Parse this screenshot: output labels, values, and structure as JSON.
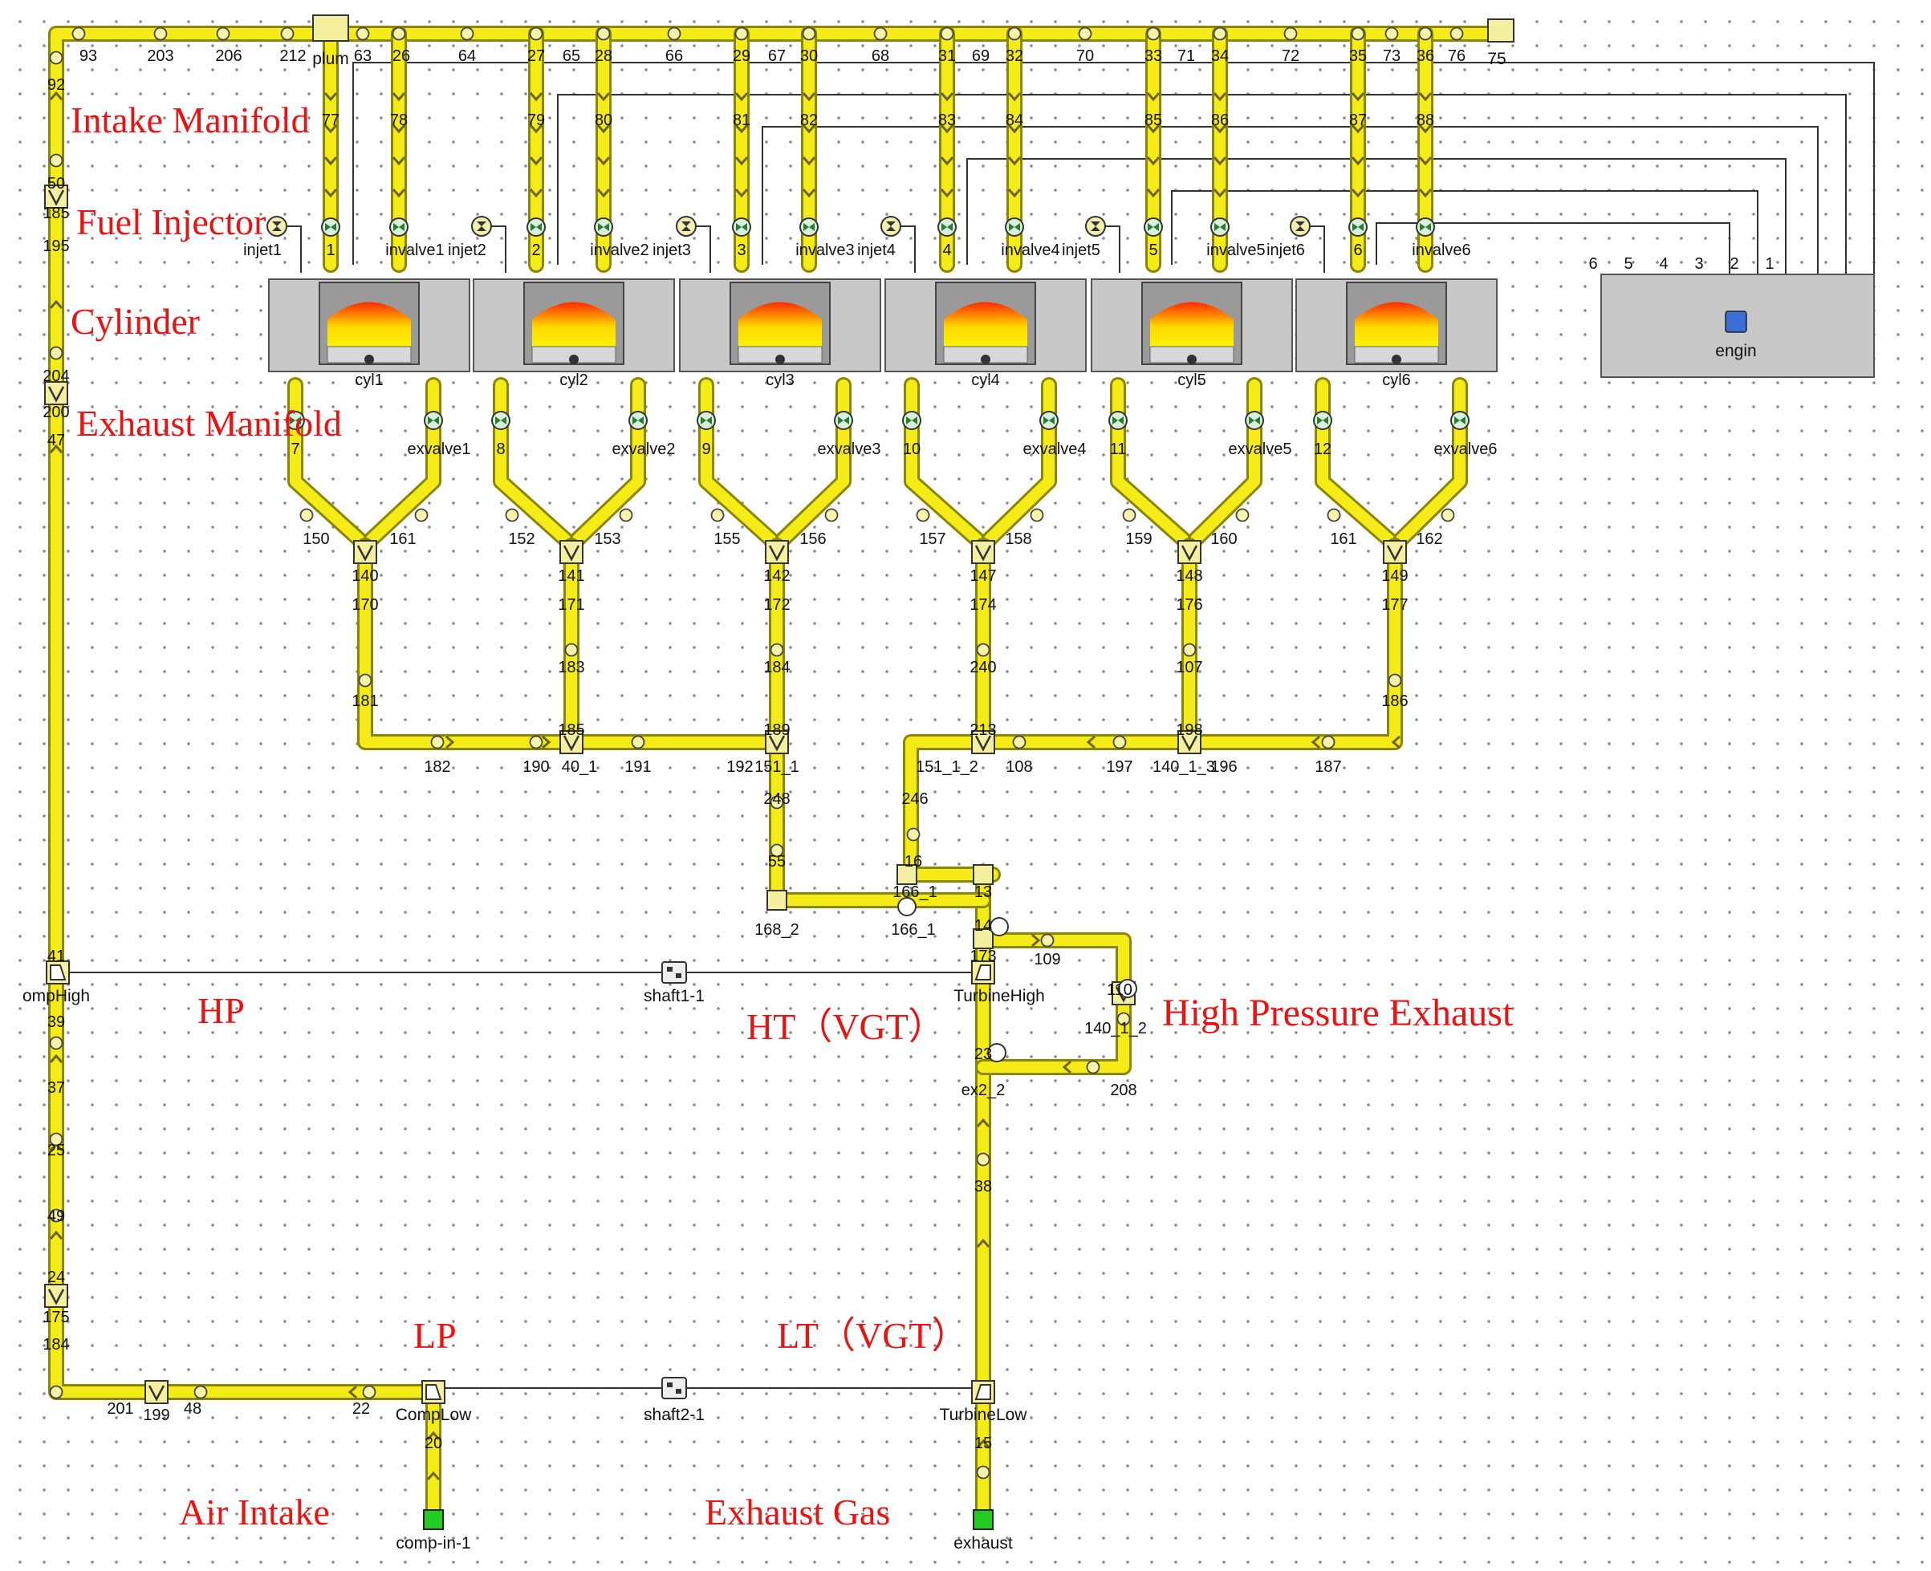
{
  "labels": {
    "intake_manifold": "Intake Manifold",
    "fuel_injector": "Fuel Injector",
    "cylinder": "Cylinder",
    "exhaust_manifold": "Exhaust Manifold",
    "hp": "HP",
    "ht_vgt": "HT（VGT）",
    "high_pressure_exhaust": "High Pressure Exhaust",
    "lp": "LP",
    "lt_vgt": "LT（VGT）",
    "air_intake": "Air Intake",
    "exhaust_gas": "Exhaust Gas"
  },
  "components": {
    "plum": "plum",
    "engine": "engin",
    "comp_high": "ompHigh",
    "turbine_high": "TurbineHigh",
    "shaft1": "shaft1-1",
    "comp_low": "CompLow",
    "turbine_low": "TurbineLow",
    "shaft2": "shaft2-1",
    "comp_in": "comp-in-1",
    "exhaust": "exhaust",
    "end75": "75"
  },
  "cylinders": [
    {
      "name": "cyl1",
      "injector": "injet1",
      "invalve": "invalve1",
      "exvalve": "exvalve1",
      "in_a": "77",
      "in_b": "78",
      "cyl_num": "1",
      "ex_left": "7",
      "split_l": "150",
      "split_r": "161",
      "junction": "140",
      "below": "170"
    },
    {
      "name": "cyl2",
      "injector": "injet2",
      "invalve": "invalve2",
      "exvalve": "exvalve2",
      "in_a": "79",
      "in_b": "80",
      "cyl_num": "2",
      "ex_left": "8",
      "split_l": "152",
      "split_r": "153",
      "junction": "141",
      "below": "171"
    },
    {
      "name": "cyl3",
      "injector": "injet3",
      "invalve": "invalve3",
      "exvalve": "exvalve3",
      "in_a": "81",
      "in_b": "82",
      "cyl_num": "3",
      "ex_left": "9",
      "split_l": "155",
      "split_r": "156",
      "junction": "142",
      "below": "172"
    },
    {
      "name": "cyl4",
      "injector": "injet4",
      "invalve": "invalve4",
      "exvalve": "exvalve4",
      "in_a": "83",
      "in_b": "84",
      "cyl_num": "4",
      "ex_left": "10",
      "split_l": "157",
      "split_r": "158",
      "junction": "147",
      "below": "174"
    },
    {
      "name": "cyl5",
      "injector": "injet5",
      "invalve": "invalve5",
      "exvalve": "exvalve5",
      "in_a": "85",
      "in_b": "86",
      "cyl_num": "5",
      "ex_left": "11",
      "split_l": "159",
      "split_r": "160",
      "junction": "148",
      "below": "176"
    },
    {
      "name": "cyl6",
      "injector": "injet6",
      "invalve": "invalve6",
      "exvalve": "exvalve6",
      "in_a": "87",
      "in_b": "88",
      "cyl_num": "6",
      "ex_left": "12",
      "split_l": "161",
      "split_r": "162",
      "junction": "149",
      "below": "177"
    }
  ],
  "top_pipe_labels": [
    "93",
    "203",
    "206",
    "212",
    "63",
    "26",
    "64",
    "27",
    "65",
    "28",
    "66",
    "29",
    "67",
    "30",
    "68",
    "31",
    "69",
    "32",
    "70",
    "33",
    "71",
    "34",
    "72",
    "35",
    "73",
    "36",
    "76"
  ],
  "engine_ports": [
    "6",
    "5",
    "4",
    "3",
    "2",
    "1"
  ],
  "left_pipe_labels": [
    "92",
    "50",
    "185",
    "195",
    "204",
    "200",
    "47",
    "41",
    "39",
    "37",
    "25",
    "49",
    "24",
    "175",
    "184"
  ],
  "misc_labels": {
    "n183": "183",
    "n184": "184",
    "n181": "181",
    "n240": "240",
    "n107": "107",
    "n186": "186",
    "n185b": "185",
    "n189": "189",
    "n213": "213",
    "n198": "198",
    "n182": "182",
    "n190": "190",
    "n140_1": "40_1",
    "n191": "191",
    "n192": "192",
    "n151_1": "151_1",
    "n151_1_2": "151_1_2",
    "n108": "108",
    "n197": "197",
    "n140_1_3": "140_1_3",
    "n196": "196",
    "n187": "187",
    "n248": "248",
    "n246": "246",
    "n55": "55",
    "n16": "16",
    "n16_1": "166_1",
    "n13": "13",
    "n168_2": "168_2",
    "n166_1": "166_1",
    "n14": "14",
    "n173": "173",
    "n109": "109",
    "n110": "110",
    "n140_1_2": "140_1_2",
    "n23": "23",
    "n208": "208",
    "n_ex2_2": "ex2_2",
    "n38": "38",
    "n201": "201",
    "n199": "199",
    "n48": "48",
    "n22": "22",
    "n20": "20",
    "n15": "15"
  },
  "colors": {
    "pipe": "#f5ec17",
    "pipe_border": "#8a8600",
    "label_red": "#ee1111",
    "cylinder_box": "#c8c8c8",
    "engine_box": "#c8c8c8",
    "comp_green": "#22cc22"
  }
}
